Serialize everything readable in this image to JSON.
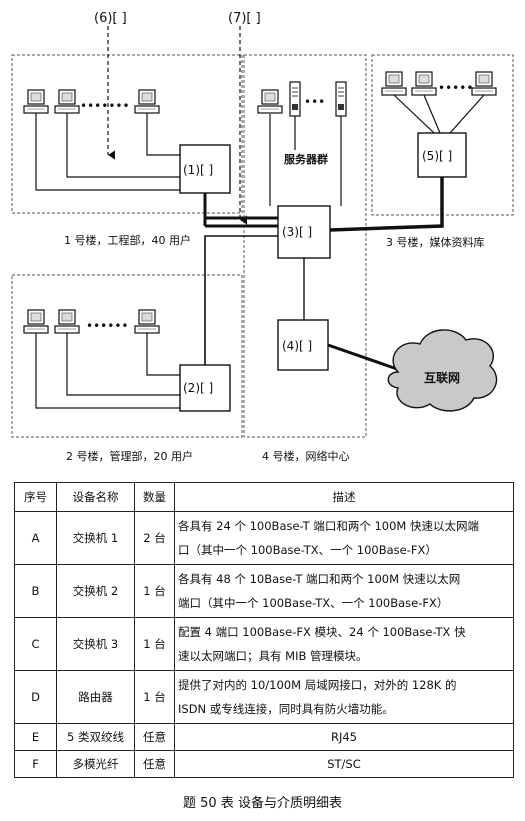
{
  "diagram": {
    "blank_labels": {
      "b1": "(1)[  ]",
      "b2": "(2)[  ]",
      "b3": "(3)[  ]",
      "b4": "(4)[  ]",
      "b5": "(5)[  ]",
      "b6": "(6)[  ]",
      "b7": "(7)[  ]"
    },
    "server_group_label": "服务器群",
    "internet_label": "互联网",
    "building1_label": "1 号楼，工程部，40 用户",
    "building2_label": "2 号楼，管理部，20 用户",
    "building3_label": "3 号楼，媒体资料库",
    "building4_label": "4 号楼，网络中心"
  },
  "table": {
    "headers": [
      "序号",
      "设备名称",
      "数量",
      "描述"
    ],
    "rows": [
      {
        "id": "A",
        "name": "交换机 1",
        "qty": "2 台",
        "desc_lines": [
          "各具有 24 个 100Base-T 端口和两个 100M 快速以太网端",
          "口（其中一个 100Base-TX、一个 100Base-FX）"
        ]
      },
      {
        "id": "B",
        "name": "交换机 2",
        "qty": "1 台",
        "desc_lines": [
          "各具有 48 个 10Base-T 端口和两个 100M 快速以太网",
          "端口（其中一个 100Base-TX、一个 100Base-FX）"
        ]
      },
      {
        "id": "C",
        "name": "交换机 3",
        "qty": "1 台",
        "desc_lines": [
          "配置 4 端口 100Base-FX 模块、24 个 100Base-TX 快",
          "速以太网端口；具有 MIB 管理模块。"
        ]
      },
      {
        "id": "D",
        "name": "路由器",
        "qty": "1 台",
        "desc_lines": [
          "提供了对内的 10/100M 局域网接口，对外的 128K 的",
          "ISDN 或专线连接，同时具有防火墙功能。"
        ]
      },
      {
        "id": "E",
        "name": "5 类双绞线",
        "qty": "任意",
        "desc_lines": [
          "RJ45"
        ]
      },
      {
        "id": "F",
        "name": "多模光纤",
        "qty": "任意",
        "desc_lines": [
          "ST/SC"
        ]
      }
    ]
  },
  "caption": "题 50 表  设备与介质明细表"
}
